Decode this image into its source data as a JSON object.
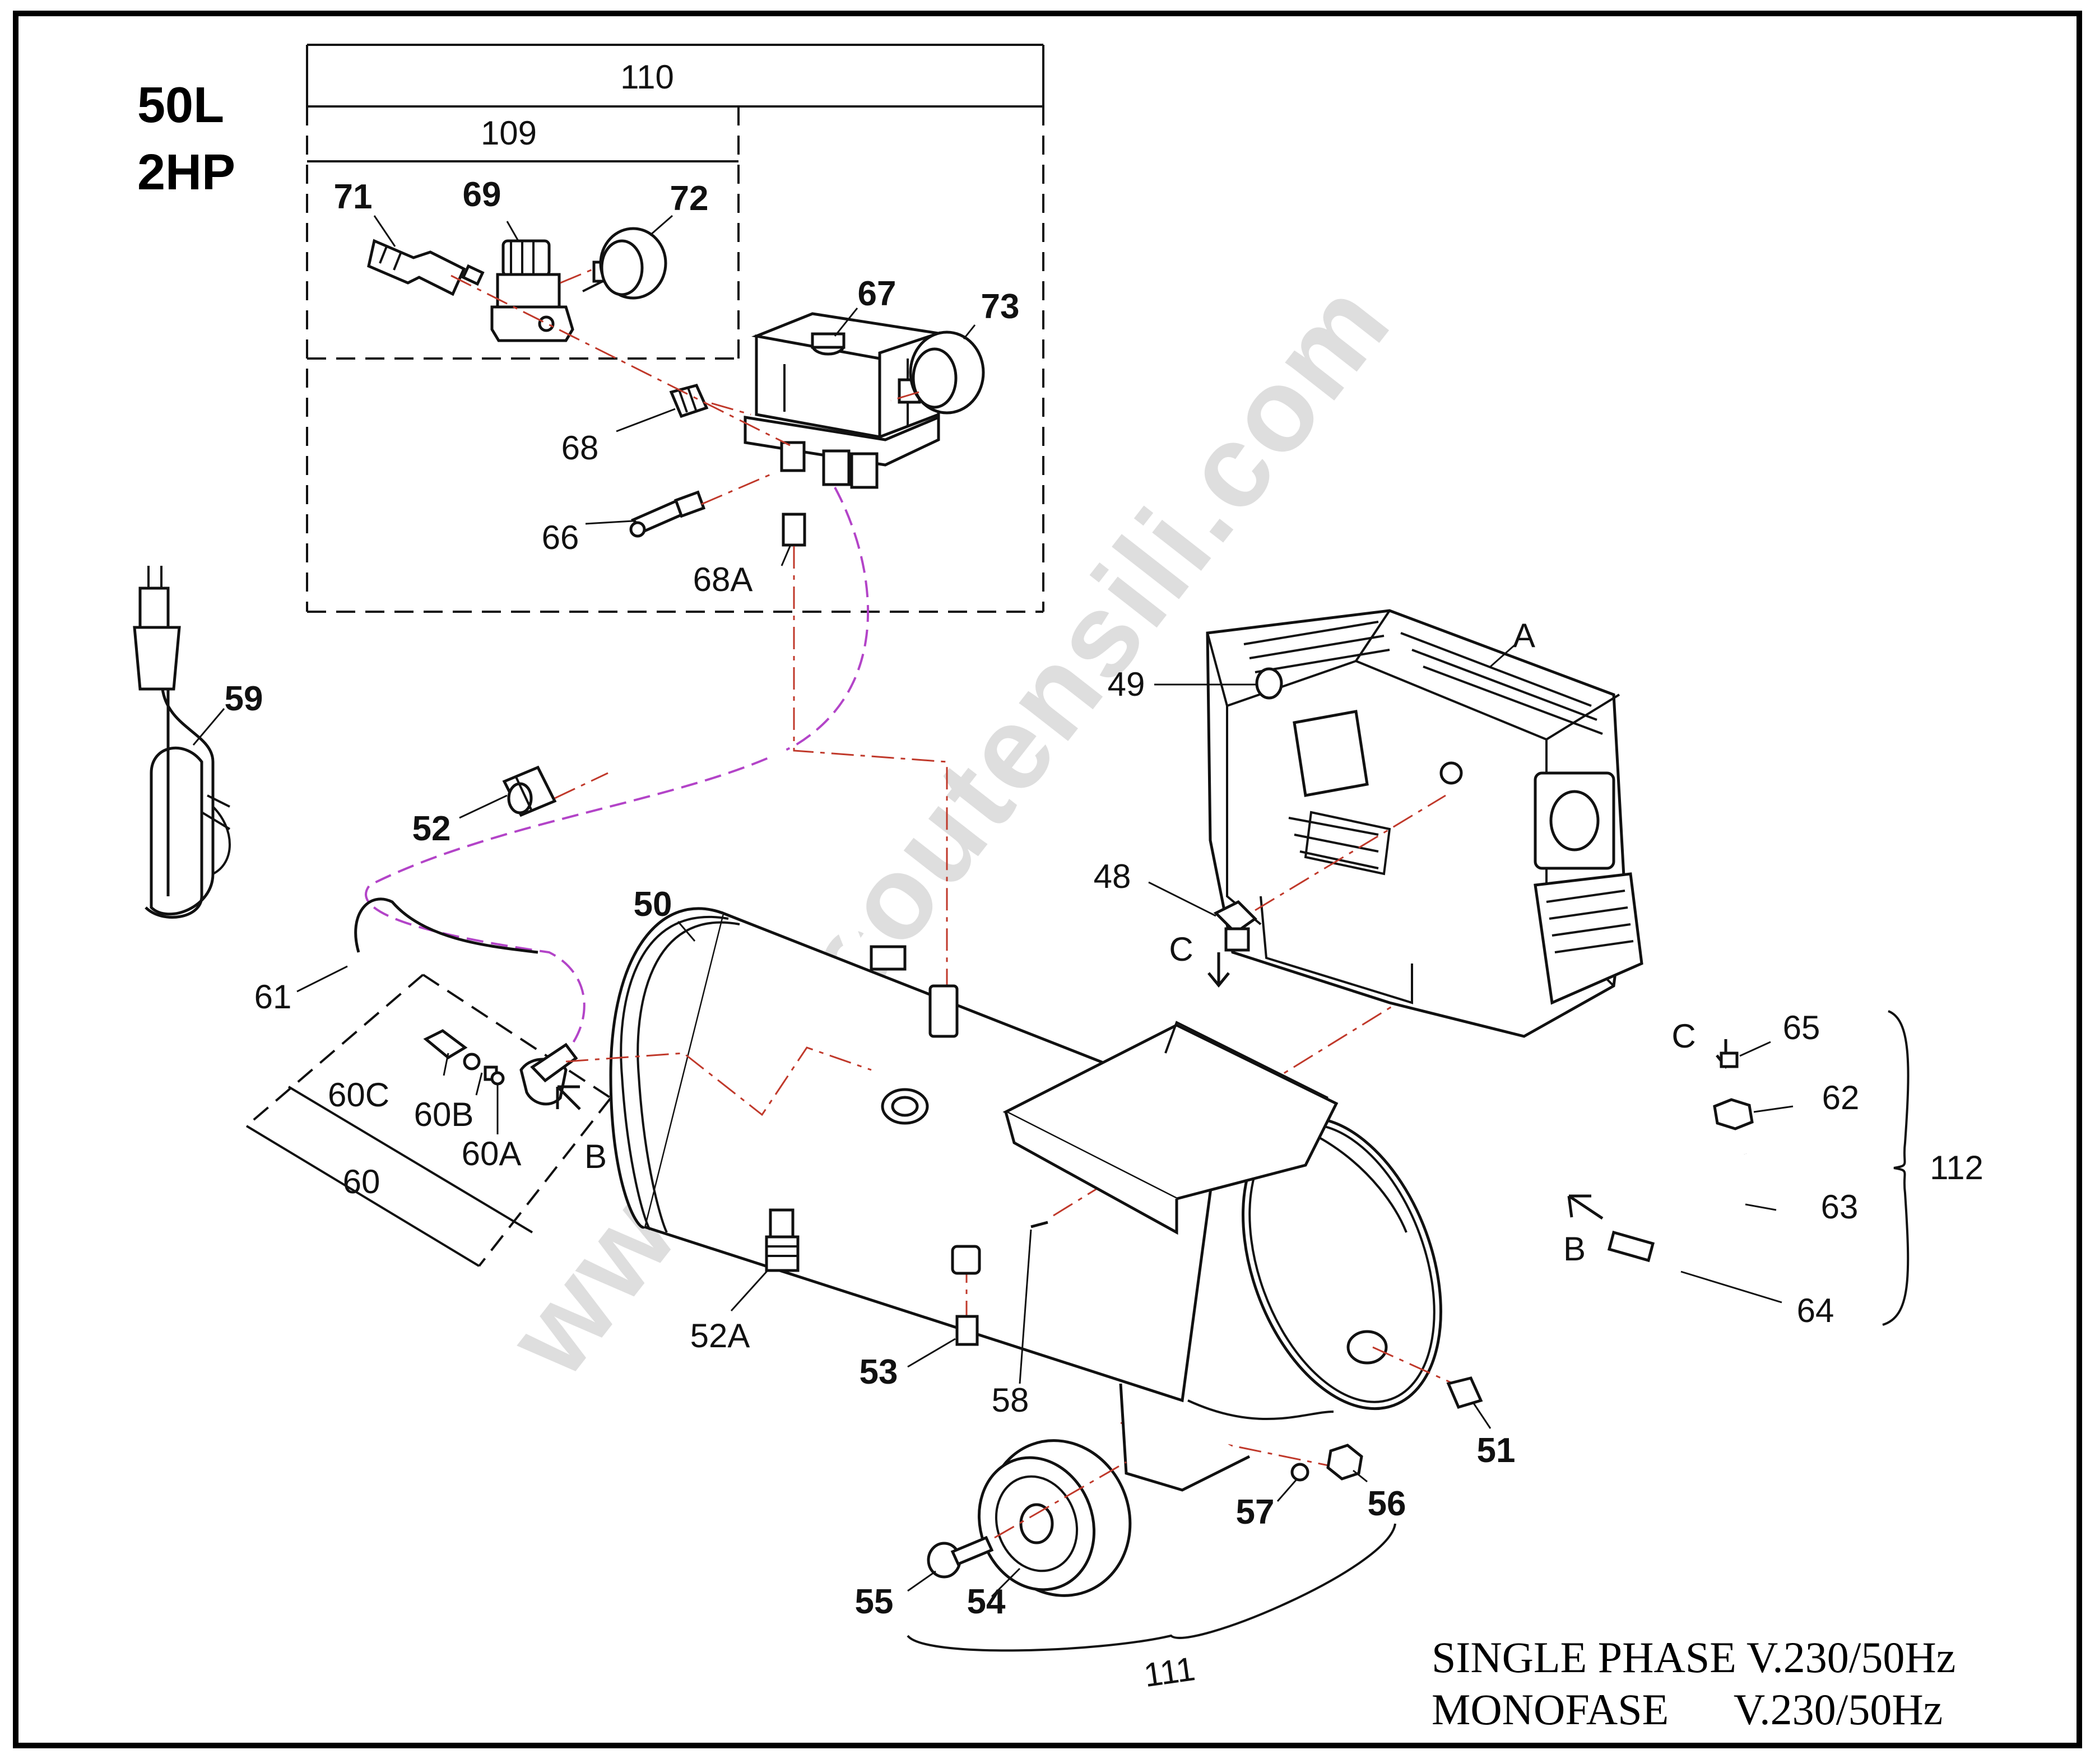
{
  "header": {
    "model": "50L",
    "power": "2HP"
  },
  "groups": {
    "g110": "110",
    "g109": "109",
    "g60": "60",
    "g111": "111",
    "g112": "112"
  },
  "labels": {
    "p48": "48",
    "p49": "49",
    "p50": "50",
    "p51": "51",
    "p52": "52",
    "p52a": "52A",
    "p53": "53",
    "p54": "54",
    "p55": "55",
    "p56": "56",
    "p57": "57",
    "p58": "58",
    "p59": "59",
    "p60a": "60A",
    "p60b": "60B",
    "p60c": "60C",
    "p61": "61",
    "p62": "62",
    "p63": "63",
    "p64": "64",
    "p65": "65",
    "p66": "66",
    "p67": "67",
    "p68": "68",
    "p68a": "68A",
    "p69": "69",
    "p71": "71",
    "p72": "72",
    "p73": "73",
    "pA": "A",
    "arrowB1": "B",
    "arrowB2": "B",
    "arrowC1": "C",
    "arrowC2": "C"
  },
  "specs": {
    "line1": "SINGLE PHASE V.230/50Hz",
    "line2": "MONOFASE      V.230/50Hz"
  },
  "watermark": "www.bricoutensili.com"
}
